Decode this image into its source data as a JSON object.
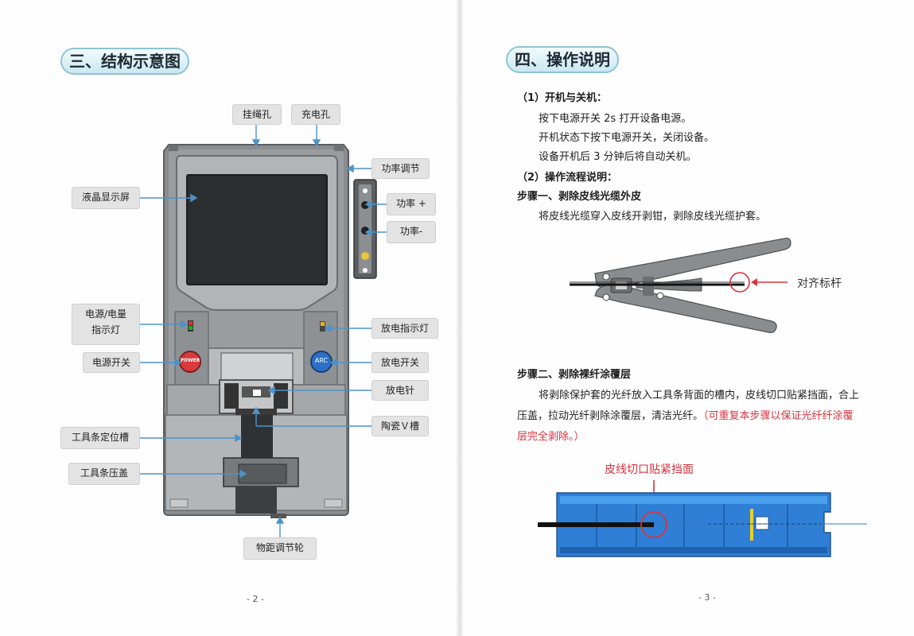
{
  "left_page": {
    "section_title": "三、结构示意图",
    "labels": {
      "lanyard_hole": "挂绳孔",
      "charge_port": "充电孔",
      "power_adjust": "功率调节",
      "lcd_screen": "液晶显示屏",
      "power_plus": "功率 +",
      "power_minus": "功率-",
      "power_indicator_line1": "电源/电量",
      "power_indicator_line2": "指示灯",
      "discharge_indicator": "放电指示灯",
      "power_switch": "电源开关",
      "discharge_switch": "放电开关",
      "discharge_needle": "放电针",
      "ceramic_v_groove": "陶瓷Ｖ槽",
      "tool_strip_slot": "工具条定位槽",
      "tool_strip_cover": "工具条压盖",
      "object_distance_wheel": "物距调节轮"
    },
    "device": {
      "power_button_text": "POWER",
      "arc_button_text": "ARC"
    },
    "page_number": "- 2 -"
  },
  "right_page": {
    "section_title": "四、操作说明",
    "part1_heading": "（1）开机与关机：",
    "part1_lines": [
      "按下电源开关 2s 打开设备电源。",
      "开机状态下按下电源开关，关闭设备。",
      "设备开机后 3 分钟后将自动关机。"
    ],
    "part2_heading": "（2）操作流程说明：",
    "step1_heading": "步骤一、剥除皮线光缆外皮",
    "step1_text": "将皮线光缆穿入皮线开剥钳，剥除皮线光缆护套。",
    "step1_callout": "对齐标杆",
    "step2_heading": "步骤二、剥除裸纤涂覆层",
    "step2_line1": "将剥除保护套的光纤放入工具条背面的槽内，皮线切口贴紧挡面，合上",
    "step2_line2_black": "压盖，拉动光纤剥除涂覆层，清洁光纤。",
    "step2_line2_red": "（可重复本步骤以保证光纤纤涂覆",
    "step2_line3_red": "层完全剥除。）",
    "step2_callout": "皮线切口贴紧挡面",
    "page_number": "- 3 -"
  },
  "colors": {
    "accent_blue": "#4d93c9",
    "warning_red": "#d7333f",
    "section_pill": "#c9e8f1"
  }
}
